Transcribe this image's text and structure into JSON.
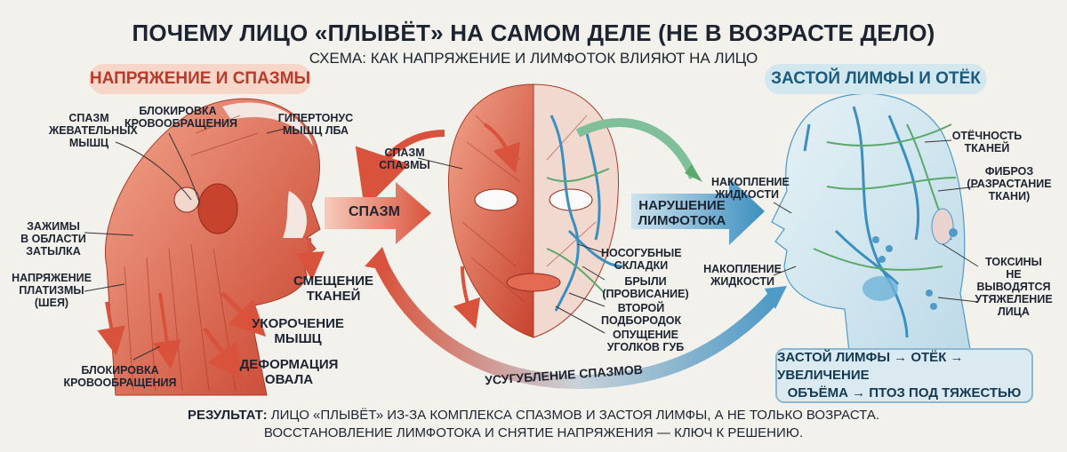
{
  "header": {
    "title": "ПОЧЕМУ ЛИЦО «ПЛЫВЁТ» НА САМОМ ДЕЛЕ (НЕ В ВОЗРАСТЕ ДЕЛО)",
    "subtitle": "СХЕМА: КАК НАПРЯЖЕНИЕ И ЛИМФОТОК ВЛИЯЮТ НА ЛИЦО"
  },
  "left_panel": {
    "heading": "НАПРЯЖЕНИЕ И СПАЗМЫ",
    "labels": {
      "masseter": [
        "СПАЗМ",
        "ЖЕВАТЕЛЬНЫХ",
        "МЫШЦ"
      ],
      "blood_block_top": [
        "БЛОКИРОВКА",
        "КРОВООБРАЩЕНИЯ"
      ],
      "forehead": [
        "ГИПЕРТОНУС",
        "МЫШЦ ЛБА"
      ],
      "nape": [
        "ЗАЖИМЫ",
        "В ОБЛАСТИ",
        "ЗАТЫЛКА"
      ],
      "platysma": [
        "НАПРЯЖЕНИЕ",
        "ПЛАТИЗМЫ",
        "(ШЕЯ)"
      ],
      "blood_block_bottom": [
        "БЛОКИРОВКА",
        "КРОВООБРАЩЕНИЯ"
      ],
      "tissue_shift": [
        "СМЕЩЕНИЕ",
        "ТКАНЕЙ"
      ],
      "muscle_shortening": [
        "УКОРОЧЕНИЕ",
        "МЫШЦ"
      ],
      "oval_deformation": [
        "ДЕФОРМАЦИЯ",
        "ОВАЛА"
      ]
    }
  },
  "center_panel": {
    "spasm_arrow": "СПАЗМ",
    "spasms_label": [
      "СПАЗМ",
      "СПАЗМЫ"
    ],
    "lymph_arrow": [
      "НАРУШЕНИЕ",
      "ЛИМФОТОКА"
    ],
    "labels": {
      "nasolabial": [
        "НОСОГУБНЫЕ",
        "СКЛАДКИ"
      ],
      "jowls": [
        "БРЫЛИ",
        "(ПРОВИСАНИЕ)"
      ],
      "double_chin": [
        "ВТОРОЙ",
        "ПОДБОРОДОК"
      ],
      "lip_corners": [
        "ОПУЩЕНИЕ",
        "УГОЛКОВ ГУБ"
      ]
    },
    "bottom_arrow": "УСУГУБЛЕНИЕ СПАЗМОВ"
  },
  "right_panel": {
    "heading": "ЗАСТОЙ ЛИМФЫ И ОТЁК",
    "labels": {
      "edema": [
        "ОТЁЧНОСТЬ",
        "ТКАНЕЙ"
      ],
      "fibrosis": [
        "ФИБРОЗ",
        "(РАЗРАСТАНИЕ",
        "ТКАНИ)"
      ],
      "fluid_top": [
        "НАКОПЛЕНИЕ",
        "ЖИДКОСТИ"
      ],
      "fluid_bottom": [
        "НАКОПЛЕНИЕ",
        "ЖИДКОСТИ"
      ],
      "toxins": [
        "ТОКСИНЫ",
        "НЕ ВЫВОДЯТСЯ"
      ],
      "heaviness": [
        "УТЯЖЕЛЕНИЕ",
        "ЛИЦА"
      ]
    },
    "chain": [
      "ЗАСТОЙ ЛИМФЫ → ОТЁК → УВЕЛИЧЕНИЕ",
      "ОБЪЁМА → ПТОЗ ПОД ТЯЖЕСТЬЮ"
    ]
  },
  "result": {
    "prefix": "РЕЗУЛЬТАТ:",
    "line1": " ЛИЦО «ПЛЫВЁТ» ИЗ-ЗА КОМПЛЕКСА СПАЗМОВ И ЗАСТОЯ ЛИМФЫ, А НЕ ТОЛЬКО ВОЗРАСТА.",
    "line2": "ВОССТАНОВЛЕНИЕ ЛИМФОТОКА И СНЯТИЕ НАПРЯЖЕНИЯ — КЛЮЧ К РЕШЕНИЮ."
  },
  "colors": {
    "background": "#f3f1ec",
    "muscle_red": "#d9523b",
    "lymph_blue": "#3b8fc0",
    "lymph_green": "#5aa86a",
    "accent_red_text": "#b83b2a",
    "accent_blue_text": "#1d5b7e"
  }
}
